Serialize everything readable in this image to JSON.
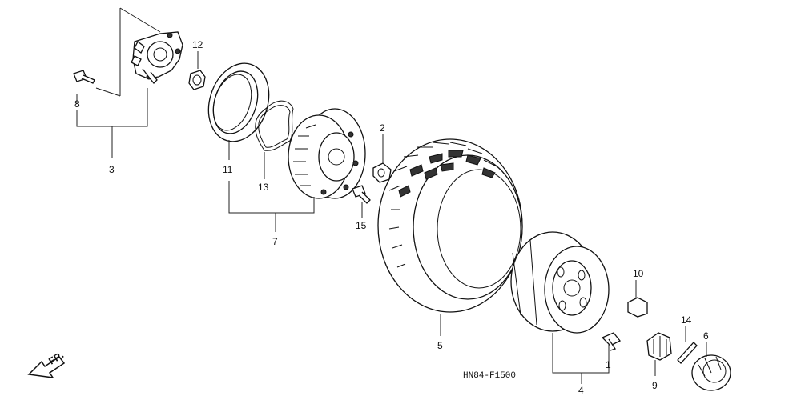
{
  "diagram": {
    "code": "HN84-F1500",
    "direction_label": "FR.",
    "callouts": {
      "c1": "1",
      "c2": "2",
      "c3": "3",
      "c4": "4",
      "c5": "5",
      "c6": "6",
      "c7": "7",
      "c8": "8",
      "c9": "9",
      "c10": "10",
      "c11": "11",
      "c12": "12",
      "c13": "13",
      "c14": "14",
      "c15": "15"
    }
  }
}
